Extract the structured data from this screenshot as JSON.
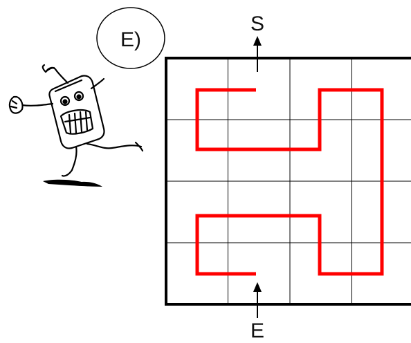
{
  "option": {
    "label": "E)"
  },
  "maze": {
    "start_label": "S",
    "end_label": "E",
    "grid_columns": 4,
    "grid_rows": 4,
    "path_color": "#ff0000",
    "grid_line_color": "#000000"
  },
  "illustration": {
    "icon": "cartoon-robot-running-icon"
  }
}
